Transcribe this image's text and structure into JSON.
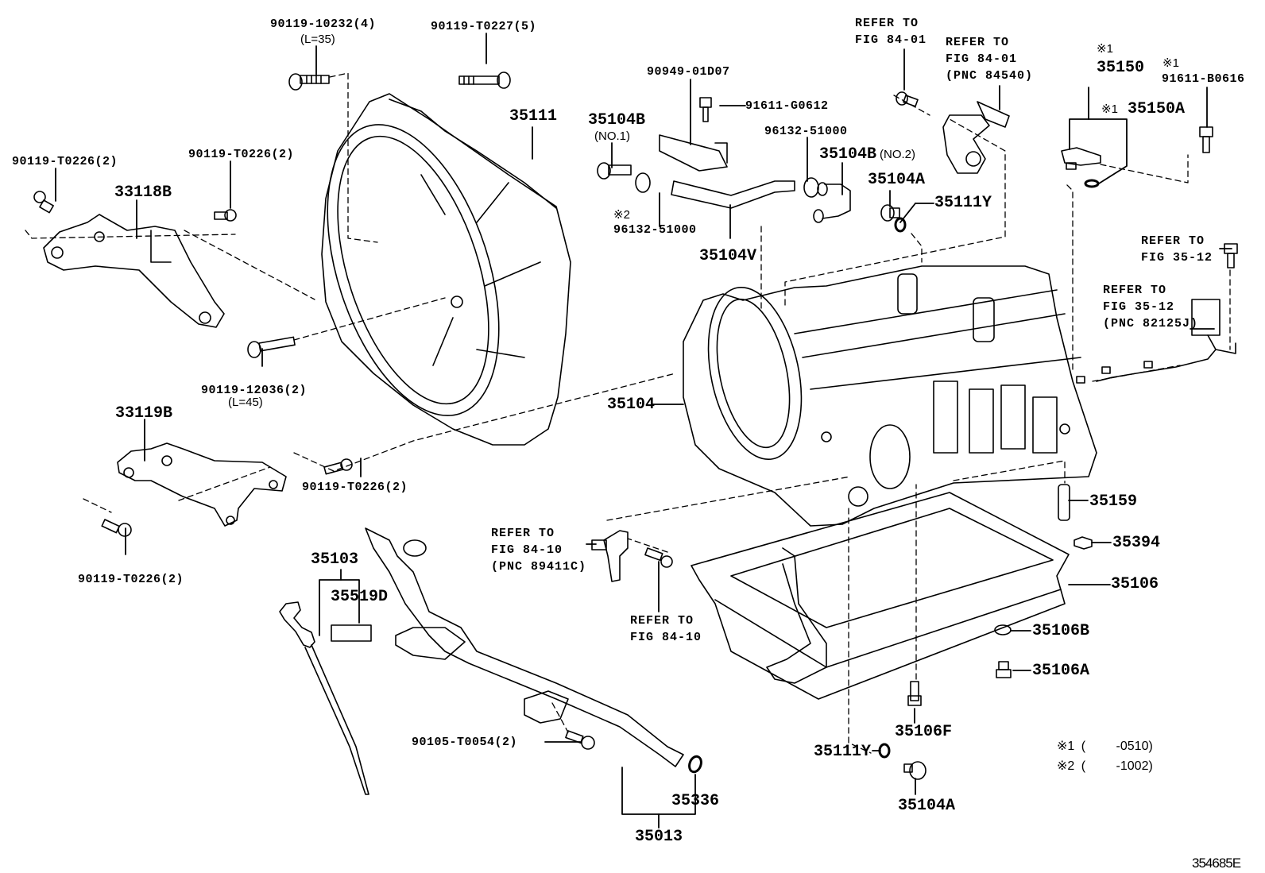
{
  "figure_id": "354685E",
  "footnotes": [
    {
      "mark": "※1",
      "open": "(",
      "range": "-0510)"
    },
    {
      "mark": "※2",
      "open": "(",
      "range": "-1002)"
    }
  ],
  "parts": {
    "bolt_10232": {
      "number": "90119-10232(4)",
      "sub": "(L=35)"
    },
    "bolt_t0227": {
      "number": "90119-T0227(5)"
    },
    "bolt_t0226_a": {
      "number": "90119-T0226(2)"
    },
    "bolt_t0226_b": {
      "number": "90119-T0226(2)"
    },
    "bolt_t0226_c": {
      "number": "90119-T0226(2)"
    },
    "bolt_t0226_d": {
      "number": "90119-T0226(2)"
    },
    "bracket_33118b": {
      "number": "33118B"
    },
    "bracket_33119b": {
      "number": "33119B"
    },
    "housing_35111": {
      "number": "35111"
    },
    "bolt_12036": {
      "number": "90119-12036(2)",
      "sub": "(L=45)"
    },
    "union_35104b_1": {
      "number": "35104B",
      "sub": "(NO.1)"
    },
    "union_35104b_2": {
      "number": "35104B",
      "sub": "(NO.2)"
    },
    "clamp_90949": {
      "number": "90949-01D07"
    },
    "bolt_g0612": {
      "number": "91611-G0612"
    },
    "clip_96132_a": {
      "number": "96132-51000"
    },
    "clip_96132_b": {
      "mark": "※2",
      "number": "96132-51000"
    },
    "hose_35104v": {
      "number": "35104V"
    },
    "plug_35104a_top": {
      "number": "35104A"
    },
    "oring_35111y_top": {
      "number": "35111Y"
    },
    "oring_35111y_bottom": {
      "number": "35111Y"
    },
    "case_35104": {
      "number": "35104"
    },
    "sensor_35150": {
      "mark": "※1",
      "number": "35150"
    },
    "oring_35150a": {
      "mark": "※1",
      "number": "35150A"
    },
    "bolt_b0616": {
      "mark": "※1",
      "number": "91611-B0616"
    },
    "pipe_35159": {
      "number": "35159"
    },
    "magnet_35394": {
      "number": "35394"
    },
    "pan_35106": {
      "number": "35106"
    },
    "gasket_35106b": {
      "number": "35106B"
    },
    "plug_35106a": {
      "number": "35106A"
    },
    "plug_35106f": {
      "number": "35106F"
    },
    "plug_35104a_bottom": {
      "number": "35104A"
    },
    "gauge_35103": {
      "number": "35103"
    },
    "label_35519d": {
      "number": "35519D"
    },
    "bolt_t0054": {
      "number": "90105-T0054(2)"
    },
    "oring_35336": {
      "number": "35336"
    },
    "tube_35013": {
      "number": "35013"
    }
  },
  "references": {
    "ref_84_01_bolt": {
      "line1": "REFER TO",
      "line2": "FIG 84-01"
    },
    "ref_84_01_sensor": {
      "line1": "REFER TO",
      "line2": "FIG 84-01",
      "line3": "(PNC 84540)"
    },
    "ref_35_12_bolt": {
      "line1": "REFER TO",
      "line2": "FIG 35-12"
    },
    "ref_35_12_harness": {
      "line1": "REFER TO",
      "line2": "FIG 35-12",
      "line3": "(PNC 82125J)"
    },
    "ref_84_10_sensor": {
      "line1": "REFER TO",
      "line2": "FIG 84-10",
      "line3": "(PNC 89411C)"
    },
    "ref_84_10_bolt": {
      "line1": "REFER TO",
      "line2": "FIG 84-10"
    }
  }
}
